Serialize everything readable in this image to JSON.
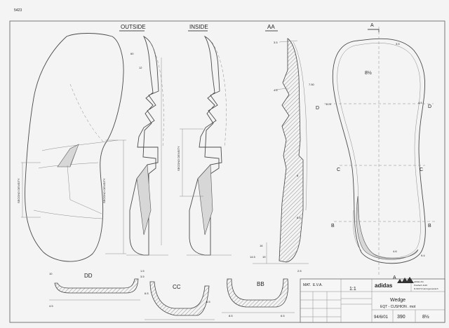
{
  "sheet_ref": "5423",
  "view_labels": {
    "outside": "OUTSIDE",
    "inside": "INSIDE",
    "aa": "AA",
    "dd": "DD",
    "cc": "CC",
    "bb": "BB"
  },
  "section_markers": [
    "A",
    "A",
    "D",
    "D",
    "C",
    "C",
    "B",
    "B"
  ],
  "size_mark": "8½",
  "zone_labels": {
    "second_density_left": "SECOND DENSITY",
    "second_density_mid": "SECOND DENSITY",
    "second_density_right": "SECOND DENSITY"
  },
  "dimensions": [
    "60",
    "12",
    "3.5",
    "4.6",
    "7.50",
    "3.5",
    "4.5",
    "10.5",
    "8",
    "8.5",
    "16",
    "19",
    "14.5",
    "2.5",
    "10",
    "4.5",
    "1.5",
    "3.5",
    "6.5",
    "6.5",
    "8.5",
    "6.5",
    "9.4",
    "4.6"
  ],
  "title_block": {
    "material_label": "MAT.",
    "material": "E.V.A.",
    "scale": "1:1",
    "brand": "adidas",
    "brand_small_lines": [
      "adidas AG",
      "Postfach 1120",
      "D-91072 Herzogenaurach"
    ],
    "title": "Wedge",
    "subtitle": "EQT - CUSHION . mot",
    "date": "94/6/01",
    "number": "390",
    "size": "8½"
  }
}
